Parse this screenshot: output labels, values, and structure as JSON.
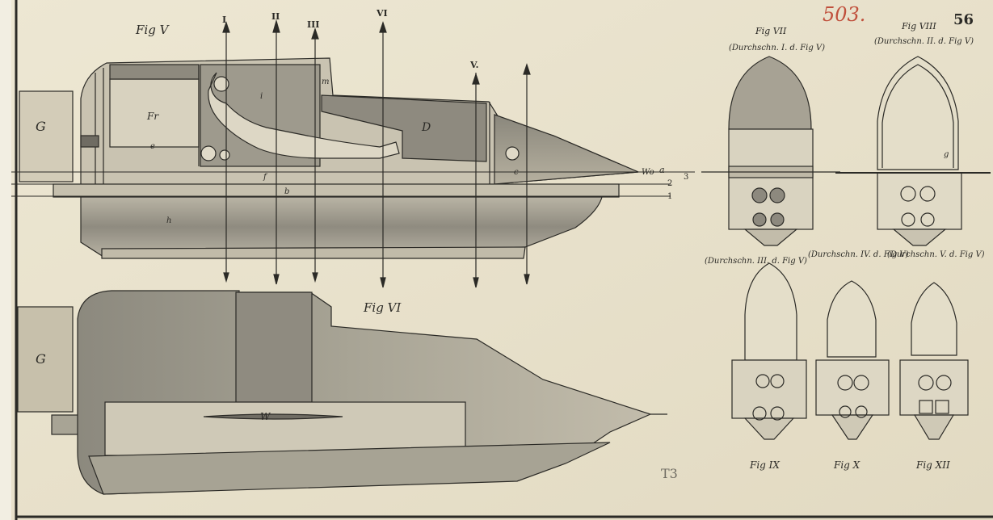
{
  "page": {
    "archive_number": "503.",
    "sheet_number": "56",
    "pencil_mark": "T3"
  },
  "figures": {
    "fig5_label": "Fig V",
    "fig6_label": "Fig VI",
    "fig7_label": "Fig VII",
    "fig8_label": "Fig VIII",
    "fig9_label": "Fig IX",
    "fig10_label": "Fig X",
    "fig11_label": "Fig XII"
  },
  "section_notes": {
    "fig7_note": "(Durchschn. I. d. Fig V)",
    "fig8_note": "(Durchschn. II. d. Fig V)",
    "fig9_note": "(Durchschn. III. d. Fig V)",
    "fig10_note": "(Durchschn. IV. d. Fig V)",
    "fig11_note": "(Durchschn. V. d. Fig V)"
  },
  "section_marks": [
    "I",
    "II",
    "III",
    "VI",
    "V."
  ],
  "part_letters": {
    "G_left": "G",
    "G_plan": "G",
    "Fr": "Fr",
    "D": "D",
    "W_plan": "W",
    "Wo": "Wo",
    "a": "a",
    "b": "b",
    "h": "h",
    "f": "f",
    "e": "e",
    "i": "i",
    "ma": "m",
    "g": "g",
    "c": "c"
  },
  "line_numbers": [
    "3",
    "2",
    "1"
  ],
  "colors": {
    "paper": "#e9e2cc",
    "ink": "#2b2a26",
    "shade_dark": "#7d7a70",
    "shade_mid": "#a29e92",
    "shade_light": "#c7c1b0",
    "archive_red": "#c0503c"
  }
}
